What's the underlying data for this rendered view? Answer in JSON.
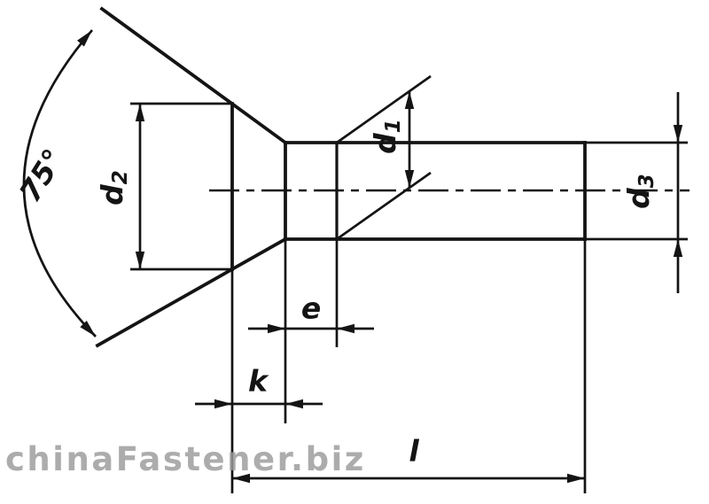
{
  "drawing": {
    "background": "#ffffff",
    "line_color": "#141414",
    "labels": {
      "angle": "75°",
      "d1_base": "d",
      "d1_sub": "1",
      "d2_base": "d",
      "d2_sub": "2",
      "d3_base": "d",
      "d3_sub": "3",
      "e": "e",
      "k": "k",
      "l": "l"
    }
  },
  "watermark": {
    "text": "chinaFastener.biz",
    "color": "#9b9b9b"
  }
}
